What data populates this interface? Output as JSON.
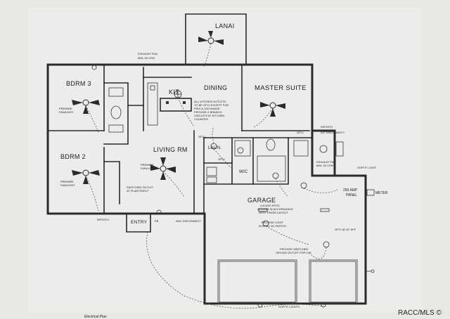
{
  "rooms": {
    "lanai": "LANAI",
    "bdrm3": "BDRM 3",
    "bdrm2": "BDRM 2",
    "dining": "DINING",
    "master": "MASTER SUITE",
    "kit": "KIT",
    "living": "LIVING RM",
    "laun": "LAUN.",
    "wic": "WIC",
    "garage": "GARAGE",
    "entry": "ENTRY"
  },
  "notes": {
    "exhaust_fan_top": "EXHAUST FAN",
    "exhaust_fan_top_2": "MIN. 50 CFM",
    "kitchen_outlets": [
      "ALL KITCHEN OUTLETS",
      "TO BE GFCI EXCEPT FOR",
      "FRIG & 220 RANGE.",
      "PROVIDE 2 BRANCH",
      "CIRCUITS AT KITCHEN",
      "COUNTER"
    ],
    "prewire_fan_bdrm3": [
      "PREWIRE",
      "FAN/LIGHT"
    ],
    "prewire_fan_bdrm2": [
      "PREWIRE",
      "FAN/LIGHT"
    ],
    "prewire_fan_living": [
      "PREWIRE",
      "FAN/LIGHT"
    ],
    "switched_outlet": [
      "SWITCHED OUTLET",
      "AT PLANTSHELF"
    ],
    "gfci_top": "GFCI",
    "wp_gfci": "WP/GFCI",
    "ac_disconnect_top": "A/C DISCONNECT",
    "exhaust_fan_right": [
      "EXHAUST FAN",
      "MIN. 50 CFM"
    ],
    "soffit_light_right": "SOFFIT LIGHT",
    "panel": [
      "200 AMP",
      "PANEL"
    ],
    "meter": "METER",
    "attic_access": [
      "LOCATE ATTIC",
      "ACCESS IN ACCORDANCE",
      "WITH TRUSS LAYOUT"
    ],
    "attic_light": [
      "PROVIDE LIGHT",
      "IN ATTIC W/ SWITCH"
    ],
    "gfci_ceiling": "GFCI @ 42\" AFF",
    "switched_outlet_door": [
      "PROVIDE SWITCHED",
      "CEILING OUTLET FOR O/H"
    ],
    "soffit_lights_bottom": "SOFFIT LIGHTS",
    "wp_gfci_bottom": "WP/GFCI",
    "ahu_disconnect": "AHU DISCONNECT",
    "pb": "PB",
    "gfci_laun": "GFCI",
    "gfci_living": "GFCI",
    "plan_caption": "Electrical Plan"
  },
  "watermark": "RACC/MLS ©"
}
